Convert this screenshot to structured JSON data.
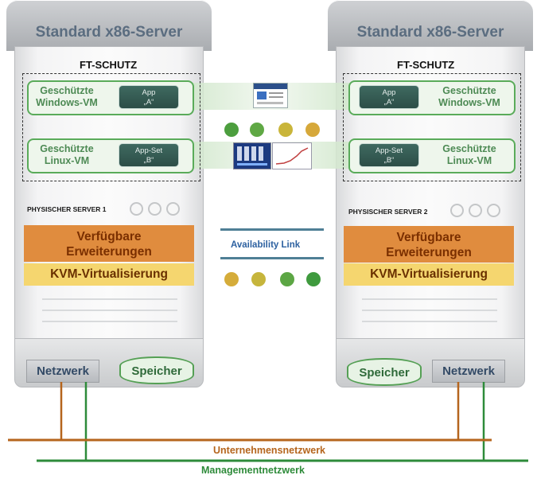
{
  "servers": [
    {
      "title": "Standard x86-Server",
      "ft_label": "FT-SCHUTZ",
      "vm1_label": "Geschützte\nWindows-VM",
      "app1_label": "App\n„A“",
      "vm2_label": "Geschützte\nLinux-VM",
      "app2_label": "App-Set\n„B“",
      "physical_label": "PHYSISCHER SERVER 1",
      "extensions_label": "Verfügbare\nErweiterungen",
      "kvm_label": "KVM-Virtualisierung",
      "network_label": "Netzwerk",
      "storage_label": "Speicher"
    },
    {
      "title": "Standard x86-Server",
      "ft_label": "FT-SCHUTZ",
      "vm1_label": "Geschützte\nWindows-VM",
      "app1_label": "App\n„A“",
      "vm2_label": "Geschützte\nLinux-VM",
      "app2_label": "App-Set\n„B“",
      "physical_label": "PHYSISCHER SERVER 2",
      "extensions_label": "Verfügbare\nErweiterungen",
      "kvm_label": "KVM-Virtualisierung",
      "network_label": "Netzwerk",
      "storage_label": "Speicher"
    }
  ],
  "availability_link": "Availability Link",
  "corporate_network": "Unternehmensnetzwerk",
  "management_network": "Managementnetzwerk",
  "colors": {
    "corporate_network": "#b5651d",
    "management_network": "#2e8b3a",
    "vm_border": "#5aab5a",
    "extensions": "#e08c3e",
    "kvm": "#f5d66f"
  },
  "icons": [
    "windows-app-thumbnail-icon",
    "linux-app-thumbnail-icon",
    "status-led-icon"
  ]
}
